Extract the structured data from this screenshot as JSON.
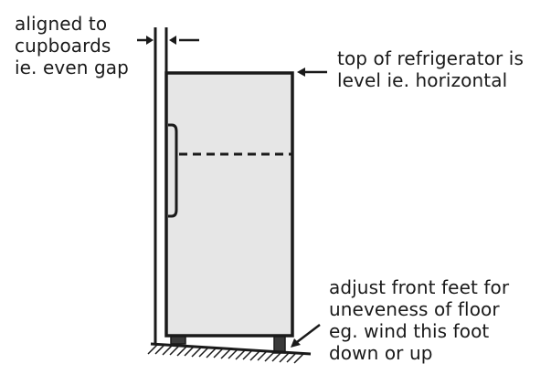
{
  "labels": {
    "gap": [
      "aligned to",
      "cupboards",
      "ie. even gap"
    ],
    "top": [
      "top of refrigerator is",
      "level ie. horizontal"
    ],
    "feet": [
      "adjust front feet for",
      "uneveness of floor",
      "eg. wind this foot",
      "down or up"
    ]
  },
  "colors": {
    "ink": "#1a1a1a",
    "fridge_fill": "#e6e6e6",
    "background": "#ffffff"
  }
}
